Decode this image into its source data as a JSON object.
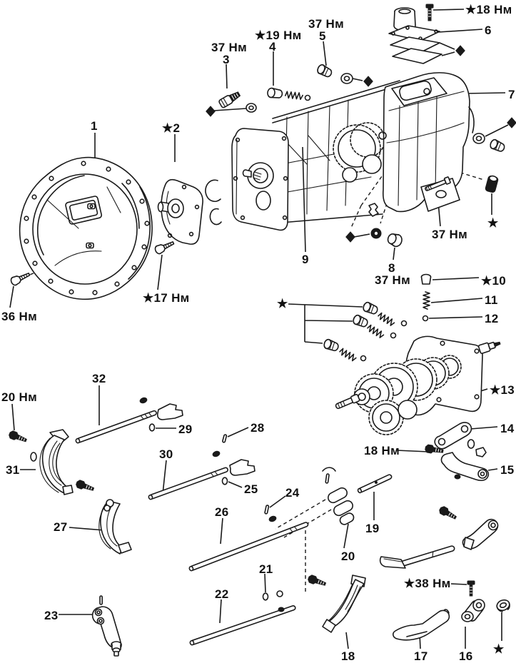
{
  "diagram": {
    "kind": "exploded-parts-view",
    "torque_unit": "Нм",
    "colors": {
      "ink": "#1a1a1a",
      "paper": "#ffffff"
    }
  },
  "callouts": [
    {
      "id": "torque-18-top",
      "text": "★18 Нм"
    },
    {
      "id": "part-6",
      "text": "6"
    },
    {
      "id": "torque-37-5",
      "text": "37 Нм"
    },
    {
      "id": "part-5",
      "text": "5"
    },
    {
      "id": "torque-19",
      "text": "★19 Нм"
    },
    {
      "id": "part-4",
      "text": "4"
    },
    {
      "id": "torque-37-3",
      "text": "37 Нм"
    },
    {
      "id": "part-3",
      "text": "3"
    },
    {
      "id": "part-7",
      "text": "7"
    },
    {
      "id": "part-1",
      "text": "1"
    },
    {
      "id": "part-2",
      "text": "★2"
    },
    {
      "id": "torque-36",
      "text": "36 Нм"
    },
    {
      "id": "torque-17",
      "text": "★17 Нм"
    },
    {
      "id": "part-9",
      "text": "9"
    },
    {
      "id": "part-8",
      "text": "8"
    },
    {
      "id": "torque-37-8",
      "text": "37 Нм"
    },
    {
      "id": "torque-37-bolt",
      "text": "37 Нм"
    },
    {
      "id": "star-rear-bolt",
      "text": "★"
    },
    {
      "id": "part-10",
      "text": "★10"
    },
    {
      "id": "part-11",
      "text": "11"
    },
    {
      "id": "part-12",
      "text": "12"
    },
    {
      "id": "star-detent",
      "text": "★"
    },
    {
      "id": "part-13",
      "text": "★13"
    },
    {
      "id": "part-14",
      "text": "14"
    },
    {
      "id": "torque-18-lever",
      "text": "18 Нм"
    },
    {
      "id": "part-15",
      "text": "15"
    },
    {
      "id": "torque-20",
      "text": "20 Нм"
    },
    {
      "id": "part-32",
      "text": "32"
    },
    {
      "id": "part-29",
      "text": "29"
    },
    {
      "id": "part-28",
      "text": "28"
    },
    {
      "id": "part-30",
      "text": "30"
    },
    {
      "id": "part-25",
      "text": "25"
    },
    {
      "id": "part-31",
      "text": "31"
    },
    {
      "id": "part-27",
      "text": "27"
    },
    {
      "id": "part-26",
      "text": "26"
    },
    {
      "id": "part-24",
      "text": "24"
    },
    {
      "id": "part-23",
      "text": "23"
    },
    {
      "id": "part-22",
      "text": "22"
    },
    {
      "id": "part-21",
      "text": "21"
    },
    {
      "id": "part-19",
      "text": "19"
    },
    {
      "id": "part-20",
      "text": "20"
    },
    {
      "id": "torque-38",
      "text": "★38 Нм"
    },
    {
      "id": "part-18",
      "text": "18"
    },
    {
      "id": "part-17",
      "text": "17"
    },
    {
      "id": "part-16",
      "text": "16"
    },
    {
      "id": "star-ring",
      "text": "★"
    }
  ]
}
